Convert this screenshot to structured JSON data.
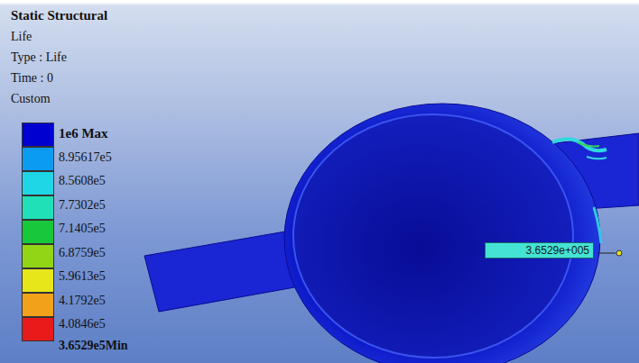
{
  "diagram": {
    "title": "Static Structural",
    "nodes": [
      {
        "text": [
          "3.6529e+005"
        ]
      }
    ],
    "edges": [],
    "labels": [
      "Life",
      "Type : Life",
      "Time : 0",
      "Custom",
      "3.6529e5Min"
    ],
    "legend": [
      {
        "text": "1e6 Max",
        "color": "#0000d0"
      },
      {
        "text": "8.95617e5",
        "color": "#0b9cf2"
      },
      {
        "text": "8.5608e5",
        "color": "#1fd6e6"
      },
      {
        "text": "7.7302e5",
        "color": "#20e0b8"
      },
      {
        "text": "7.1405e5",
        "color": "#16c83a"
      },
      {
        "text": "6.8759e5",
        "color": "#92d416"
      },
      {
        "text": "5.9613e5",
        "color": "#e6e61a"
      },
      {
        "text": "4.1792e5",
        "color": "#f2a21a"
      },
      {
        "text": "4.0846e5",
        "color": "#e81a1a"
      }
    ]
  }
}
